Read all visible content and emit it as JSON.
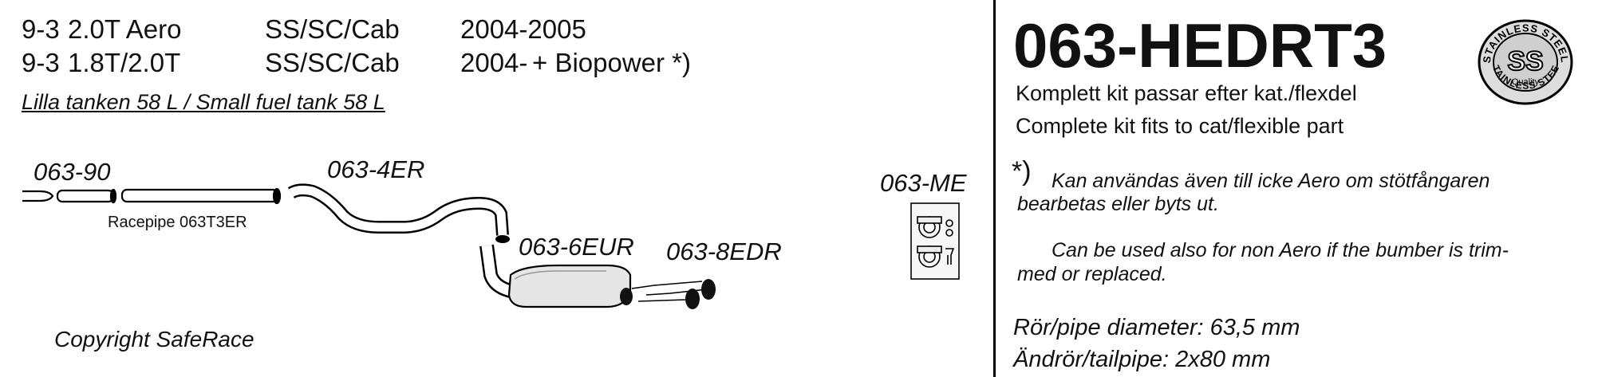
{
  "fitments": [
    {
      "model": "9-3",
      "engine": "2.0T Aero",
      "body": "SS/SC/Cab",
      "years": "2004-2005",
      "extra": ""
    },
    {
      "model": "9-3",
      "engine": "1.8T/2.0T",
      "body": "SS/SC/Cab",
      "years": "2004-",
      "extra": "+ Biopower  *)"
    }
  ],
  "tank_note": "Lilla tanken 58 L / Small fuel tank 58 L",
  "parts": {
    "p1": "063-90",
    "racepipe": "Racepipe 063T3ER",
    "p2": "063-4ER",
    "p3": "063-6EUR",
    "p4": "063-8EDR",
    "mount": "063-ME"
  },
  "copyright": "Copyright SafeRace",
  "kit": {
    "code": "063-HEDRT3",
    "line_sv": "Komplett kit passar efter kat./flexdel",
    "line_en": "Complete kit fits to cat/flexible part"
  },
  "badge": {
    "top": "STAINLESS STEEL",
    "bottom": "STAINLESS STEEL",
    "letters": "SS",
    "quality": "Quality"
  },
  "footnote": {
    "mark": "*)",
    "sv": "Kan användas även till icke Aero om stötfångaren",
    "sv2": "bearbetas eller byts ut.",
    "en": "Can be used also for non Aero if the bumber is trim-",
    "en2": "med or replaced."
  },
  "specs": {
    "pipe": "Rör/pipe diameter: 63,5 mm",
    "tail": "Ändrör/tailpipe: 2x80 mm"
  }
}
